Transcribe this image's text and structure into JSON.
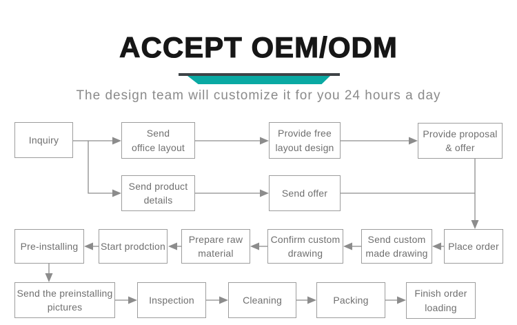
{
  "header": {
    "title": "ACCEPT OEM/ODM",
    "subtitle": "The design team will customize it for you 24 hours a day"
  },
  "colors": {
    "title_text": "#161616",
    "underline_bar": "#3e4347",
    "accent_teal": "#0aa9a3",
    "subtitle_gray": "#8a8a8a",
    "box_border": "#9c9c9c",
    "box_text": "#6f6f6f",
    "connector_gray": "#8c8c8c"
  },
  "flowchart": {
    "nodes": [
      {
        "id": "inquiry",
        "label": "Inquiry"
      },
      {
        "id": "send-office-layout",
        "label": "Send\noffice layout"
      },
      {
        "id": "provide-free-layout-design",
        "label": "Provide free\nlayout design"
      },
      {
        "id": "provide-proposal-offer",
        "label": "Provide proposal\n& offer"
      },
      {
        "id": "send-product-details",
        "label": "Send product\ndetails"
      },
      {
        "id": "send-offer",
        "label": "Send offer"
      },
      {
        "id": "pre-installing",
        "label": "Pre-installing"
      },
      {
        "id": "start-prodction",
        "label": "Start prodction"
      },
      {
        "id": "prepare-raw-material",
        "label": "Prepare raw\nmaterial"
      },
      {
        "id": "confirm-custom-drawing",
        "label": "Confirm custom\ndrawing"
      },
      {
        "id": "send-custom-made-drawing",
        "label": "Send custom\nmade drawing"
      },
      {
        "id": "place-order",
        "label": "Place order"
      },
      {
        "id": "send-preinstalling-pictures",
        "label": "Send the preinstalling\npictures"
      },
      {
        "id": "inspection",
        "label": "Inspection"
      },
      {
        "id": "cleaning",
        "label": "Cleaning"
      },
      {
        "id": "packing",
        "label": "Packing"
      },
      {
        "id": "finish-order-loading",
        "label": "Finish order\nloading"
      }
    ],
    "edges": [
      {
        "from": "inquiry",
        "to": "send-office-layout"
      },
      {
        "from": "inquiry",
        "to": "send-product-details"
      },
      {
        "from": "send-office-layout",
        "to": "provide-free-layout-design"
      },
      {
        "from": "provide-free-layout-design",
        "to": "provide-proposal-offer"
      },
      {
        "from": "send-product-details",
        "to": "send-offer"
      },
      {
        "from": "provide-proposal-offer",
        "to": "place-order"
      },
      {
        "from": "send-offer",
        "to": "place-order"
      },
      {
        "from": "place-order",
        "to": "send-custom-made-drawing"
      },
      {
        "from": "send-custom-made-drawing",
        "to": "confirm-custom-drawing"
      },
      {
        "from": "confirm-custom-drawing",
        "to": "prepare-raw-material"
      },
      {
        "from": "prepare-raw-material",
        "to": "start-prodction"
      },
      {
        "from": "start-prodction",
        "to": "pre-installing"
      },
      {
        "from": "pre-installing",
        "to": "send-preinstalling-pictures"
      },
      {
        "from": "send-preinstalling-pictures",
        "to": "inspection"
      },
      {
        "from": "inspection",
        "to": "cleaning"
      },
      {
        "from": "cleaning",
        "to": "packing"
      },
      {
        "from": "packing",
        "to": "finish-order-loading"
      }
    ]
  }
}
